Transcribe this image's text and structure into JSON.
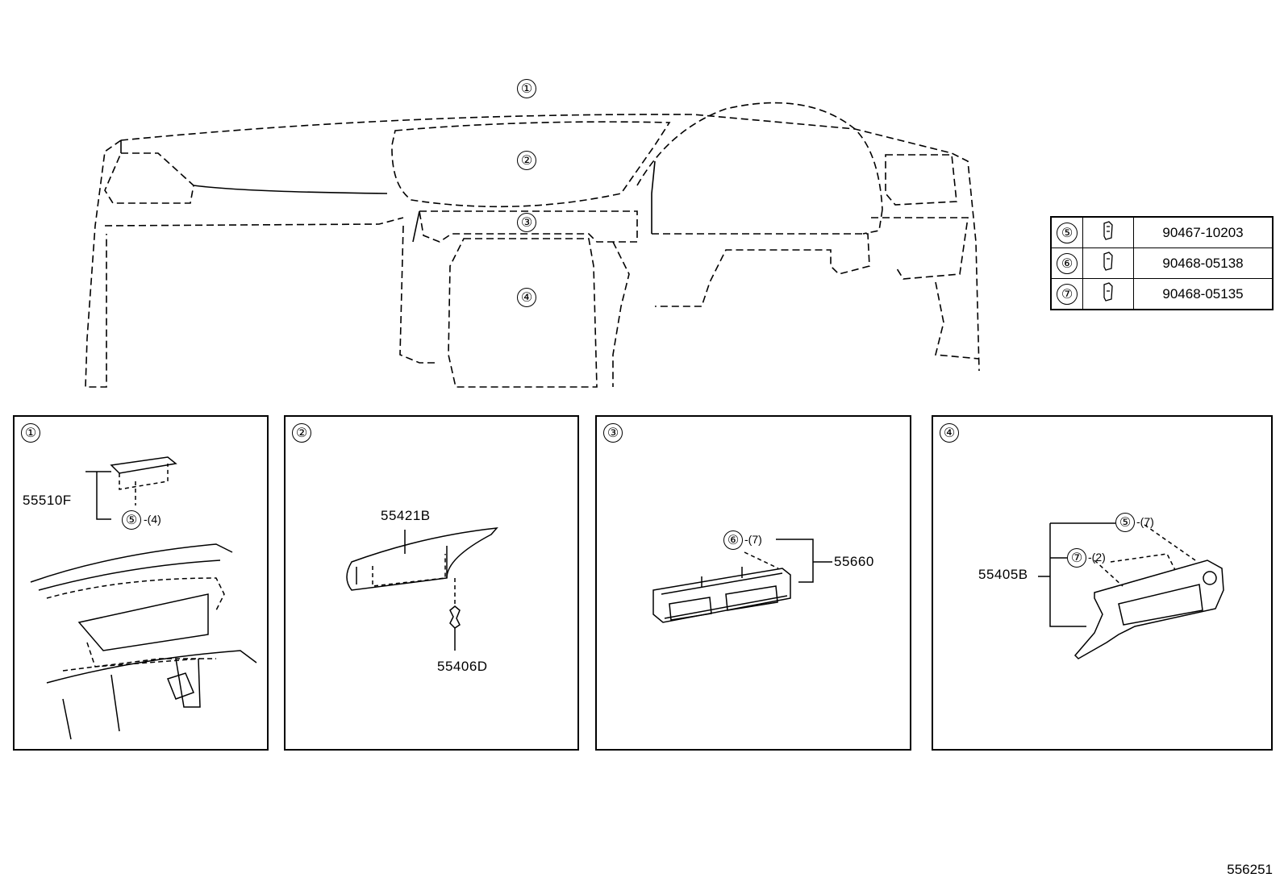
{
  "overview": {
    "callouts": [
      "①",
      "②",
      "③",
      "④"
    ]
  },
  "legend": {
    "rows": [
      {
        "ref": "⑤",
        "icon": "clip-icon",
        "part": "90467-10203"
      },
      {
        "ref": "⑥",
        "icon": "clip-icon",
        "part": "90468-05138"
      },
      {
        "ref": "⑦",
        "icon": "clip-icon",
        "part": "90468-05135"
      }
    ]
  },
  "panels": [
    {
      "badge": "①",
      "part": "55510F",
      "sub_ref": "⑤",
      "sub_qty": "-(4)"
    },
    {
      "badge": "②",
      "part_top": "55421B",
      "part_bottom": "55406D"
    },
    {
      "badge": "③",
      "sub_ref": "⑥",
      "sub_qty": "-(7)",
      "part": "55660"
    },
    {
      "badge": "④",
      "part": "55405B",
      "sub_ref_a": "⑤",
      "sub_qty_a": "-(7)",
      "sub_ref_b": "⑦",
      "sub_qty_b": "-(2)"
    }
  ],
  "diagram_code": "556251"
}
